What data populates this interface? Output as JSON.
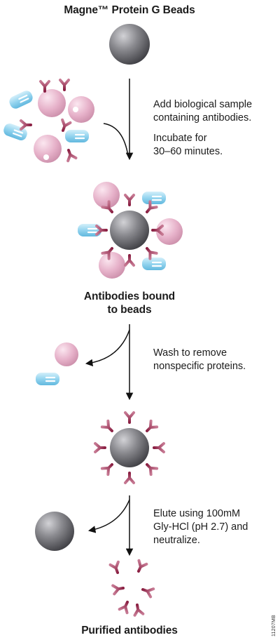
{
  "titles": {
    "top": "Magne™ Protein G Beads",
    "middle_line1": "Antibodies bound",
    "middle_line2": "to beads",
    "bottom": "Purified antibodies"
  },
  "steps": {
    "add_line1": "Add biological sample",
    "add_line2": "containing antibodies.",
    "incubate_line1": "Incubate for",
    "incubate_line2": "30–60 minutes.",
    "wash_line1": "Wash to remove",
    "wash_line2": "nonspecific proteins.",
    "elute_line1": "Elute using 100mM",
    "elute_line2": "Gly-HCl (pH 2.7) and",
    "elute_line3": "neutralize."
  },
  "figure_code": "11207MB",
  "colors": {
    "bead": "#6e6e72",
    "antibody": "#9b2a4c",
    "pink_protein": "#e7b3cb",
    "blue_protein": "#8fd2ee",
    "arrow": "#111111"
  }
}
